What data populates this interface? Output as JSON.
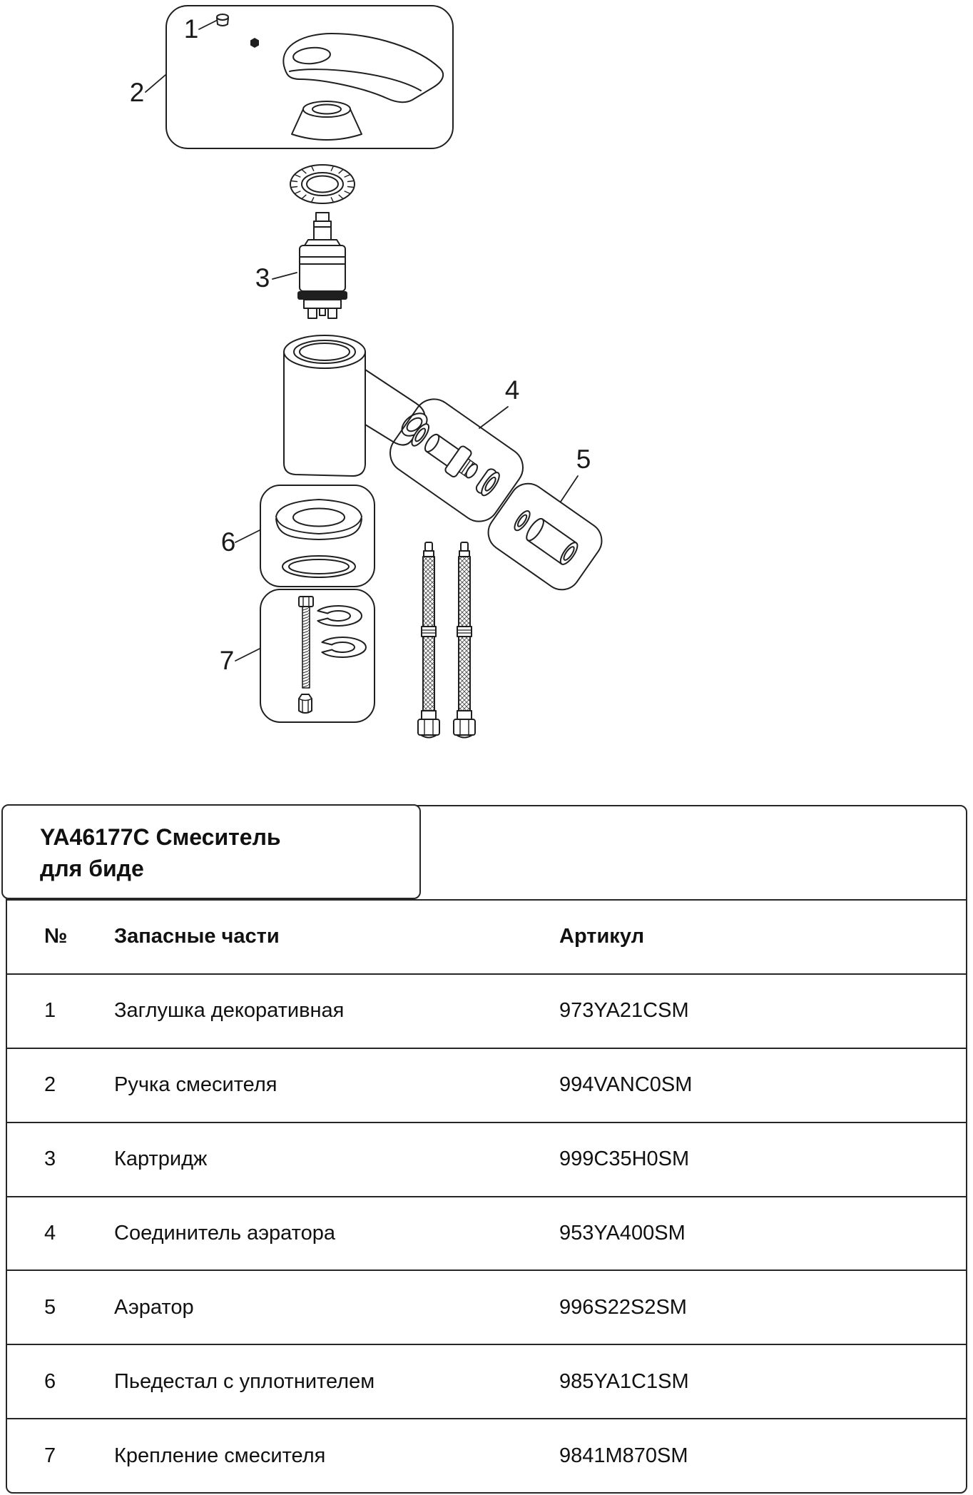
{
  "diagram": {
    "callouts": [
      "1",
      "2",
      "3",
      "4",
      "5",
      "6",
      "7"
    ]
  },
  "product": {
    "title_line1": "YA46177C Смеситель",
    "title_line2": "для биде"
  },
  "parts_table": {
    "headers": {
      "num": "№",
      "name": "Запасные части",
      "article": "Артикул"
    },
    "rows": [
      {
        "num": "1",
        "name": "Заглушка декоративная",
        "article": "973YA21CSM"
      },
      {
        "num": "2",
        "name": "Ручка смесителя",
        "article": "994VANC0SM"
      },
      {
        "num": "3",
        "name": "Картридж",
        "article": "999C35H0SM"
      },
      {
        "num": "4",
        "name": "Соединитель аэратора",
        "article": "953YA400SM"
      },
      {
        "num": "5",
        "name": "Аэратор",
        "article": "996S22S2SM"
      },
      {
        "num": "6",
        "name": "Пьедестал с уплотнителем",
        "article": "985YA1C1SM"
      },
      {
        "num": "7",
        "name": "Крепление смесителя",
        "article": "9841M870SM"
      }
    ]
  },
  "colors": {
    "line": "#1f1f1f",
    "text": "#111111",
    "background": "#ffffff"
  }
}
